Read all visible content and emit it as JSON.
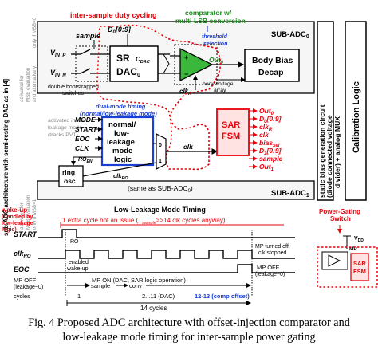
{
  "colors": {
    "red": "#e8000b",
    "blue": "#1a3fd4",
    "green": "#1a8a1a",
    "gray": "#888888"
  },
  "labels": {
    "inter_sample": "inter-sample duty cycling",
    "comparator1": "comparator w/",
    "comparator2": "multi-LSB conversion",
    "threshold1": "threshold",
    "threshold2": "selection",
    "sub_adc0": "SUB-ADC",
    "sub_adc0_sub": "0",
    "sub_adc1": "SUB-ADC",
    "sub_adc1_sub": "1",
    "same_as": "(same as SUB-ADC",
    "same_as_sub": "0",
    "same_as_end": ")",
    "side_label": "sub-ADC architecture with semi-resting DAC as in [4]",
    "msb_eval0": "activated for MSB evaluation and alternatively only if MSB=0",
    "low_leak": "activated in low-leakage mode (tracks PVT)",
    "msb_eval1": "activated for MSB evaluation and alternatively only if MSB=1",
    "sample": "sample",
    "d0": "D",
    "d0_sub": "0",
    "d0_idx": "[0:9]",
    "vinp": "V",
    "vinp_sub": "IN_P",
    "vinn": "V",
    "vinn_sub": "IN_N",
    "sr": "SR",
    "dac": "DAC",
    "dac_sub": "0",
    "cdac": "C",
    "cdac_sub": "DAC",
    "out0": "Out",
    "out0_sub": "0",
    "clkr": "clk",
    "clkr_sub": "R",
    "body_voltage": "body voltage",
    "array": "array",
    "body_bias1": "Body Bias",
    "body_bias2": "Decap",
    "double1": "double bootstrapped",
    "double2": "switches",
    "dual1": "dual-mode timing",
    "dual2": "(normal/low-leakage mode)",
    "mode": "MODE",
    "start": "START",
    "eoc": "EOC",
    "clk": "CLK",
    "logic1": "normal/",
    "logic2": "low-",
    "logic3": "leakage",
    "logic4": "mode",
    "logic5": "logic",
    "ro_en": "RO",
    "ro_en_sub": "EN",
    "mux0": "0",
    "mux1": "1",
    "clk_wire": "clk",
    "ring1": "ring",
    "ring2": "osc",
    "clkro": "clk",
    "clkro_sub": "RO",
    "sar1": "SAR",
    "sar2": "FSM",
    "sar_outputs": [
      "Out",
      "D",
      "clk",
      "clk",
      "bias",
      "D",
      "sample",
      "Out"
    ],
    "sar_outputs_sub": [
      "0",
      "0",
      "R",
      "",
      "sel",
      "1",
      "",
      "1"
    ],
    "sar_outputs_idx": [
      "",
      "[0:9]",
      "",
      "",
      "",
      "[0:9]",
      "",
      ""
    ],
    "static1": "static bias generation circuit",
    "static2": "(diode connected voltage",
    "static3": "divider) + analog MUX",
    "calib": "Calibration Logic",
    "timing_title": "Low-Leakage Mode Timing",
    "wake1": "wake-up",
    "wake2": "(handled by",
    "wake3": "low-leakage",
    "wake4": "logic)",
    "extra_cycle": "1 extra cycle not an issue (T",
    "extra_cycle_sub": "sample",
    "extra_cycle_end": ">>14 clk cycles anyway)",
    "t_start": "START",
    "t_clkro": "clk",
    "t_clkro_sub": "RO",
    "t_eoc": "EOC",
    "t_mp": "MP OFF",
    "t_mp2": "(leakage~0)",
    "t_cycles": "cycles",
    "ro_enabled1": "RO",
    "ro_enabled2": "enabled",
    "ro_enabled3": "wake-up",
    "mp_on": "MP ON (DAC, SAR logic operation)",
    "mp_turned1": "MP turned off,",
    "mp_turned2": "clk stopped",
    "mp_off_r1": "MP OFF",
    "mp_off_r2": "(leakage~0)",
    "phase_sample": "sample",
    "phase_conv": "conv",
    "cyc1": "1",
    "cyc2": "2...11 (DAC)",
    "cyc3": "12-13 (comp offset)",
    "cycles14": "14 cycles",
    "pg1": "Power-Gating",
    "pg2": "Switch",
    "vdd": "V",
    "vdd_sub": "DD",
    "mp": "MP",
    "pg_sar1": "SAR",
    "pg_sar2": "FSM",
    "caption1": "Fig. 4 Proposed ADC architecture with offset-injection comparator and",
    "caption2": "low-leakage mode timing for inter-sample power gating"
  }
}
